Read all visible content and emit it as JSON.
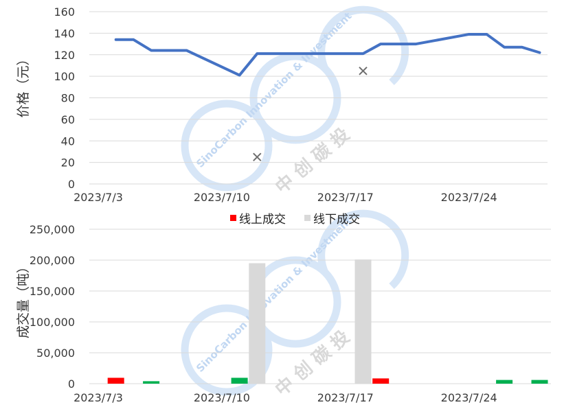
{
  "watermark": {
    "text": "SinoCarbon Innovation & Investment",
    "cn": "中 创 碳 投"
  },
  "chart_data": [
    {
      "type": "line",
      "ylabel": "价格（元）",
      "ylim": [
        0,
        160
      ],
      "yticks": [
        "0",
        "20",
        "40",
        "60",
        "80",
        "100",
        "120",
        "140",
        "160"
      ],
      "xlim": [
        0,
        25
      ],
      "xticks": [
        {
          "label": "2023/7/3",
          "x": 0
        },
        {
          "label": "2023/7/10",
          "x": 7
        },
        {
          "label": "2023/7/17",
          "x": 14
        },
        {
          "label": "2023/7/24",
          "x": 21
        }
      ],
      "grid": true,
      "series": [
        {
          "color": "#4472c4",
          "points": [
            [
              1,
              134
            ],
            [
              2,
              134
            ],
            [
              3,
              124
            ],
            [
              5,
              124
            ],
            [
              8,
              101
            ],
            [
              9,
              121
            ],
            [
              15,
              121
            ],
            [
              16,
              130
            ],
            [
              18,
              130
            ],
            [
              21,
              139
            ],
            [
              22,
              139
            ],
            [
              23,
              127
            ],
            [
              24,
              127
            ],
            [
              25,
              122
            ]
          ]
        }
      ],
      "markers": [
        {
          "x": 9,
          "y": 25,
          "symbol": "x",
          "color": "#6e6e6e"
        },
        {
          "x": 15,
          "y": 105,
          "symbol": "x",
          "color": "#6e6e6e"
        }
      ]
    },
    {
      "type": "bar",
      "ylabel": "成交量（吨）",
      "ylim": [
        0,
        250000
      ],
      "yticks": [
        "0",
        "50,000",
        "100,000",
        "150,000",
        "200,000",
        "250,000"
      ],
      "xlim": [
        0,
        25
      ],
      "xticks": [
        {
          "label": "2023/7/3",
          "x": 0
        },
        {
          "label": "2023/7/10",
          "x": 7
        },
        {
          "label": "2023/7/17",
          "x": 14
        },
        {
          "label": "2023/7/24",
          "x": 21
        }
      ],
      "grid": true,
      "legend": {
        "position": "top-center",
        "items": [
          {
            "name": "线上成交",
            "color": "#ff0000"
          },
          {
            "name": "线下成交",
            "color": "#d9d9d9"
          }
        ]
      },
      "bars": [
        {
          "x": 1,
          "value": 9500,
          "color": "#ff0000",
          "series": "线上成交"
        },
        {
          "x": 3,
          "value": 4000,
          "color": "#00b050"
        },
        {
          "x": 8,
          "value": 9500,
          "color": "#00b050"
        },
        {
          "x": 9,
          "value": 195000,
          "color": "#d9d9d9",
          "series": "线下成交"
        },
        {
          "x": 15,
          "value": 201000,
          "color": "#d9d9d9",
          "series": "线下成交"
        },
        {
          "x": 16,
          "value": 8500,
          "color": "#ff0000",
          "series": "线上成交"
        },
        {
          "x": 23,
          "value": 6000,
          "color": "#00b050"
        },
        {
          "x": 25,
          "value": 6000,
          "color": "#00b050"
        }
      ]
    }
  ]
}
